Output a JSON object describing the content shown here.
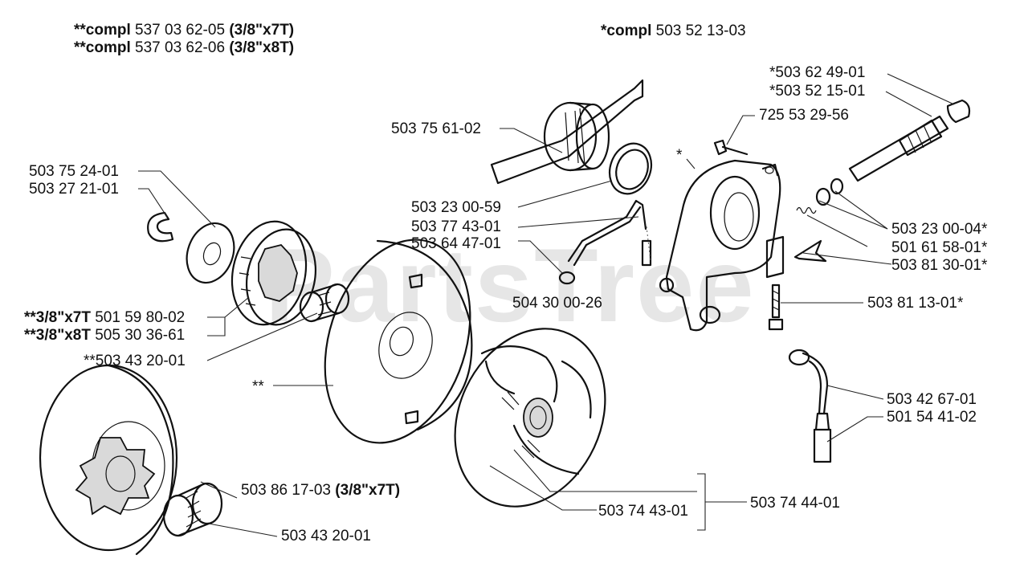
{
  "watermark": "PartsTree",
  "header": {
    "left_line1": {
      "prefix": "**compl",
      "number": "537 03 62-05",
      "variant": "(3/8\"x7T)"
    },
    "left_line2": {
      "prefix": "**compl",
      "number": "537 03 62-06",
      "variant": "(3/8\"x8T)"
    },
    "right": {
      "prefix": "*compl",
      "number": "503 52 13-03"
    }
  },
  "labels": {
    "p_503_62_49_01": "*503 62 49-01",
    "p_503_52_15_01": "*503 52 15-01",
    "p_725_53_29_56": "725 53 29-56",
    "p_503_75_61_02": "503 75 61-02",
    "star": "*",
    "p_503_75_24_01": "503 75 24-01",
    "p_503_27_21_01": "503 27 21-01",
    "p_503_23_00_59": "503 23 00-59",
    "p_503_77_43_01": "503 77 43-01",
    "p_503_64_47_01": "503 64 47-01",
    "p_504_30_00_26": "504 30 00-26",
    "p_503_23_00_04": "503 23 00-04*",
    "p_501_61_58_01": "501 61 58-01*",
    "p_503_81_30_01": "503 81 30-01*",
    "p_503_81_13_01": "503 81 13-01*",
    "p_501_59_80_02": {
      "prefix": "**3/8\"x7T",
      "number": "501 59 80-02"
    },
    "p_505_30_36_61": {
      "prefix": "**3/8\"x8T",
      "number": "505 30 36-61"
    },
    "p_503_43_20_01_a": "**503 43 20-01",
    "double_star": "**",
    "p_503_42_67_01": "503 42 67-01",
    "p_501_54_41_02": "501 54 41-02",
    "p_503_86_17_03": {
      "number": "503 86 17-03",
      "variant": "(3/8\"x7T)"
    },
    "p_503_74_43_01": "503 74 43-01",
    "p_503_74_44_01": "503 74 44-01",
    "p_503_43_20_01_b": "503 43 20-01"
  },
  "colors": {
    "ink": "#111111",
    "watermark": "#e6e6e6",
    "background": "#ffffff"
  }
}
